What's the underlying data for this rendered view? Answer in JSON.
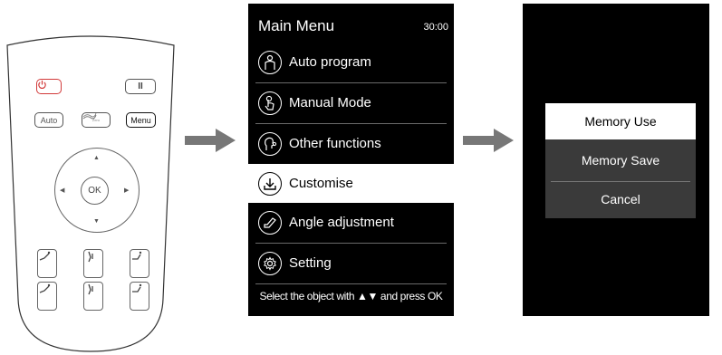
{
  "remote": {
    "buttons": {
      "power_icon": "power-icon",
      "pause_label": "II",
      "auto_label": "Auto",
      "zero_label": "Zero",
      "menu_label": "Menu",
      "ok_label": "OK"
    },
    "arrows": {
      "up": "▲",
      "down": "▼",
      "left": "◀",
      "right": "▶"
    },
    "accent_power": "#d23a3a"
  },
  "main_menu": {
    "title": "Main Menu",
    "time": "30:00",
    "items": [
      {
        "label": "Auto program",
        "icon": "person-icon"
      },
      {
        "label": "Manual Mode",
        "icon": "hand-touch-icon"
      },
      {
        "label": "Other functions",
        "icon": "head-profile-icon"
      },
      {
        "label": "Customise",
        "icon": "download-icon",
        "selected": true
      },
      {
        "label": "Angle adjustment",
        "icon": "recline-chair-icon"
      },
      {
        "label": "Setting",
        "icon": "gear-icon"
      }
    ],
    "footer": "Select the object with ▲▼ and press OK"
  },
  "memory_dialog": {
    "options": [
      {
        "label": "Memory Use",
        "selected": true
      },
      {
        "label": "Memory Save"
      },
      {
        "label": "Cancel"
      }
    ]
  },
  "colors": {
    "screen_bg": "#000000",
    "dialog_bg": "#3a3a3a",
    "arrow": "#777777"
  }
}
